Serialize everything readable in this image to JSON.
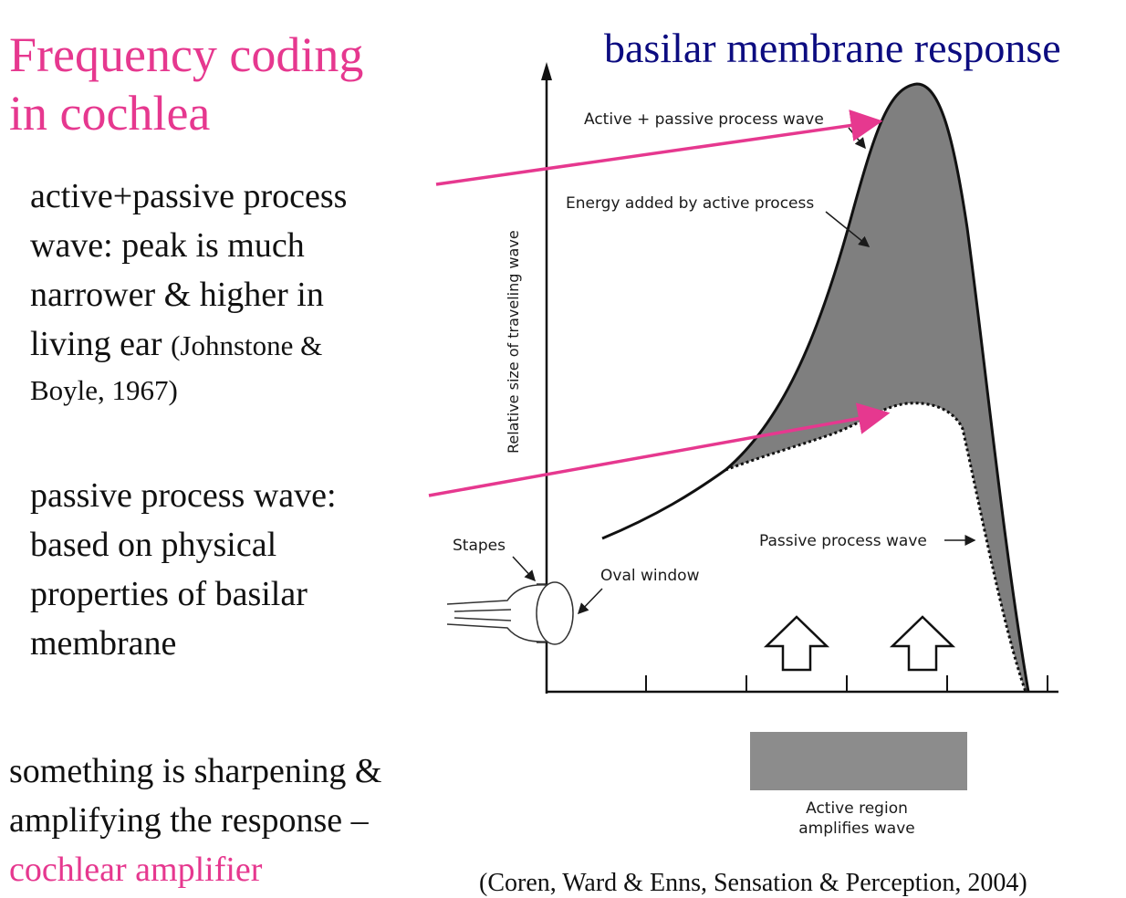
{
  "slide": {
    "title": "Frequency coding\nin cochlea",
    "figure_title": "basilar membrane response",
    "active_text_line1": "active+passive process",
    "active_text_line2": "wave:  peak is much",
    "active_text_line3": "narrower & higher in",
    "active_text_line4_main": "living ear",
    "active_text_line4_cite": "(Johnstone &",
    "active_text_line5": "Boyle, 1967)",
    "passive_text_line1": "passive process wave:",
    "passive_text_line2": "based on physical",
    "passive_text_line3": "properties of basilar",
    "passive_text_line4": "membrane",
    "bottom_text_line1": "something is sharpening &",
    "bottom_text_line2": "amplifying the response –",
    "bottom_text_line3": "cochlear amplifier",
    "citation": "(Coren, Ward & Enns, Sensation & Perception, 2004)"
  },
  "diagram": {
    "y_axis_label": "Relative size of traveling wave",
    "label_active_passive": "Active + passive process wave",
    "label_energy": "Energy added by active process",
    "label_passive": "Passive process wave",
    "label_stapes": "Stapes",
    "label_oval_window": "Oval window",
    "label_active_region_1": "Active region",
    "label_active_region_2": "amplifies wave",
    "colors": {
      "pink": "#e6388f",
      "navy": "#0c0c80",
      "shade": "#7f7f7f",
      "active_region": "#8c8c8c"
    }
  }
}
